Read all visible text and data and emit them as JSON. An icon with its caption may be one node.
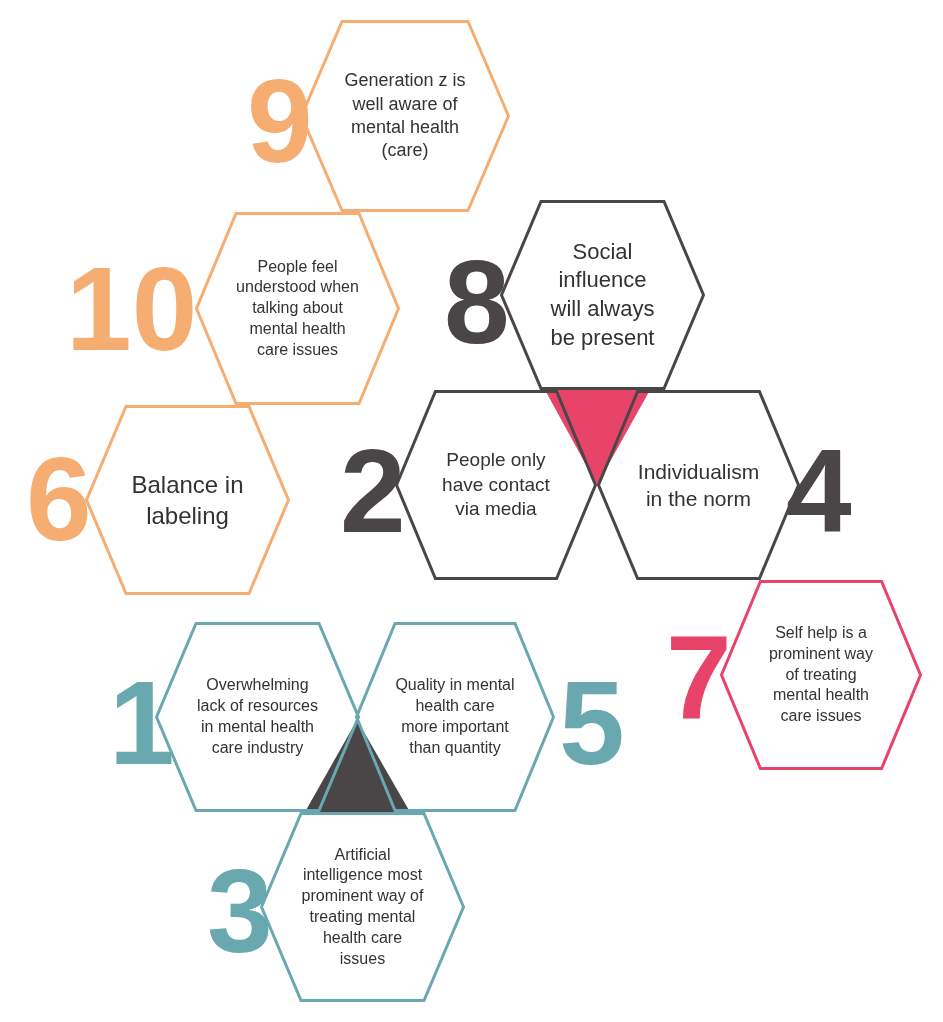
{
  "diagram": {
    "nodes": [
      {
        "text": [
          "Generation z is well aware of mental health (care)"
        ],
        "beside": [
          "9"
        ]
      },
      {
        "text": [
          "People feel understood when talking about mental health care issues"
        ],
        "beside": [
          "10"
        ]
      },
      {
        "text": [
          "Social influence will always be present"
        ],
        "beside": [
          "8"
        ]
      },
      {
        "text": [
          "Balance in labeling"
        ],
        "beside": [
          "6"
        ]
      },
      {
        "text": [
          "People only have contact via media"
        ],
        "beside": [
          "2"
        ]
      },
      {
        "text": [
          "Individualism in the norm"
        ],
        "beside": [
          "4"
        ]
      },
      {
        "text": [],
        "shape": "triangle"
      },
      {
        "text": [
          "Self help is a prominent way of treating mental health care issues"
        ],
        "beside": [
          "7"
        ]
      },
      {
        "text": [
          "Overwhelming lack of resources in mental health care industry"
        ],
        "beside": [
          "1"
        ]
      },
      {
        "text": [
          "Quality in mental health care more important than quantity"
        ],
        "beside": [
          "5"
        ]
      },
      {
        "text": [],
        "shape": "triangle"
      },
      {
        "text": [
          "Artificial intelligence most prominent way of treating mental health care issues"
        ],
        "beside": [
          "3"
        ]
      }
    ],
    "edges": []
  }
}
